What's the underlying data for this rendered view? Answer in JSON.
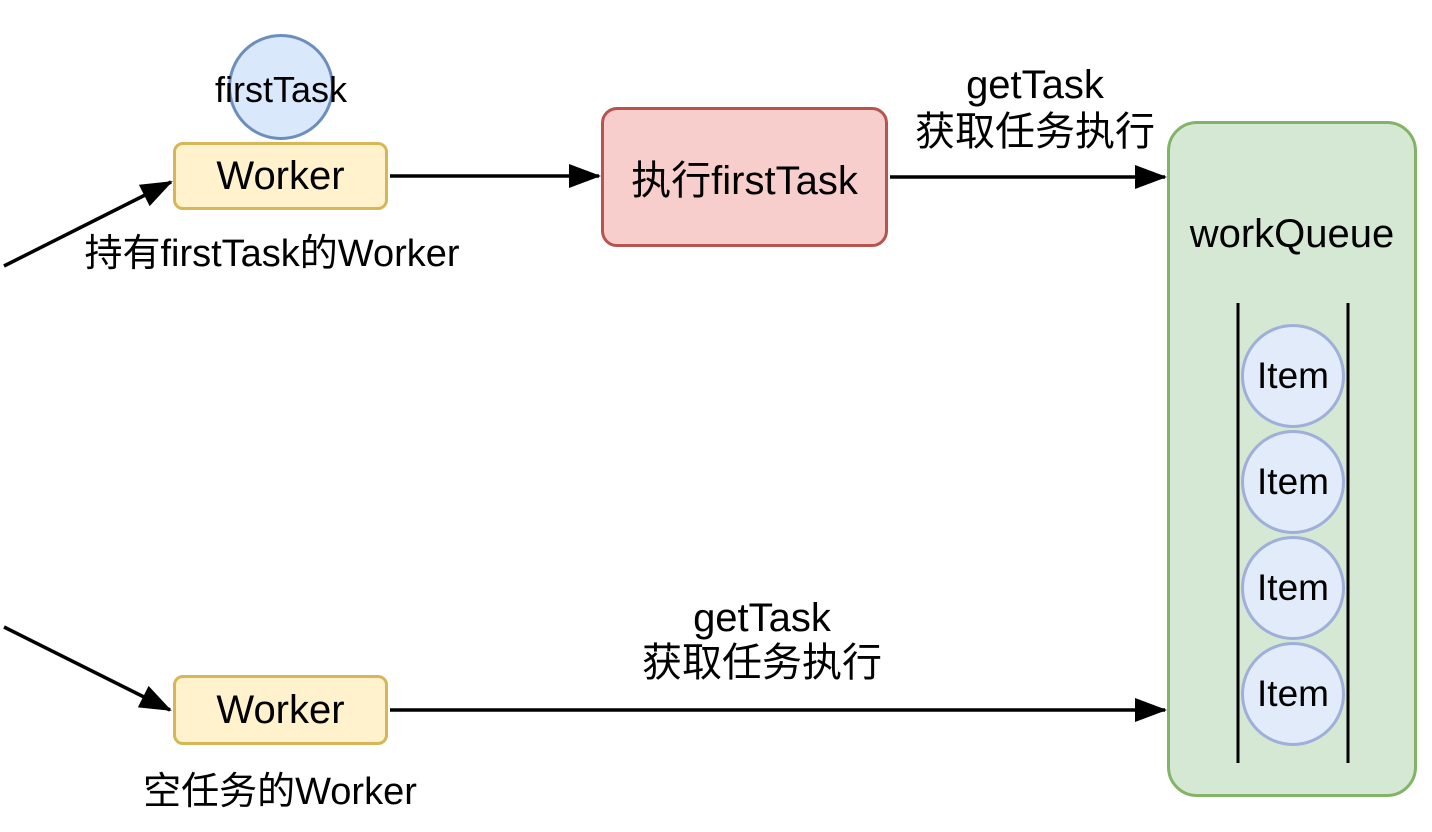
{
  "colors": {
    "bg": "#ffffff",
    "arrow": "#000000",
    "worker-fill": "#fff2cc",
    "worker-stroke": "#d6b656",
    "task-fill": "#dae8fc",
    "task-stroke": "#6c8ebf",
    "exec-fill": "#f8cecc",
    "exec-stroke": "#b85450",
    "queue-fill": "#d5e8d4",
    "queue-stroke": "#82b366",
    "item-fill": "#e2ebfa",
    "item-stroke": "#9fafd9"
  },
  "diagram": {
    "first_task": {
      "label": "firstTask"
    },
    "worker_top": {
      "label": "Worker",
      "caption": "持有firstTask的Worker"
    },
    "exec_first_task": {
      "label": "执行firstTask"
    },
    "edge_get_task_top": {
      "line1": "getTask",
      "line2": "获取任务执行"
    },
    "edge_get_task_bottom": {
      "line1": "getTask",
      "line2": "获取任务执行"
    },
    "work_queue": {
      "label": "workQueue",
      "items": [
        "Item",
        "Item",
        "Item",
        "Item"
      ]
    },
    "worker_bottom": {
      "label": "Worker",
      "caption": "空任务的Worker"
    }
  }
}
